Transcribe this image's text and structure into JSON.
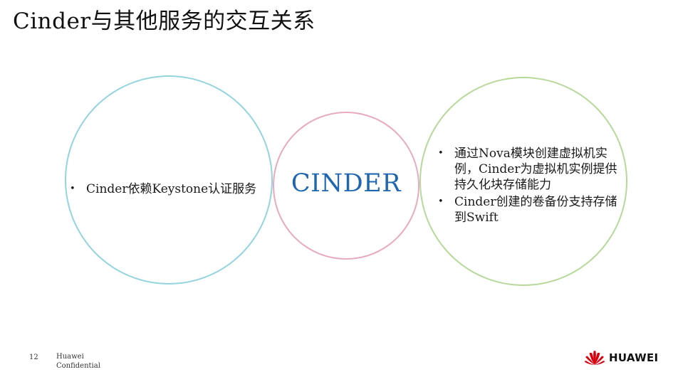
{
  "title": "Cinder与其他服务的交互关系",
  "center_label": "CINDER",
  "left_bullets": [
    "Cinder依赖Keystone认证服务"
  ],
  "right_bullets": [
    "通过Nova模块创建虚拟机实例，Cinder为虚拟机实例提供持久化块存储能力",
    "Cinder创建的卷备份支持存储到Swift"
  ],
  "bullet_symbol": "•",
  "footer": {
    "page_number": "12",
    "company": "Huawei",
    "classification": "Confidential"
  },
  "logo": {
    "text": "HUAWEI",
    "icon": "huawei-petal-icon",
    "color": "#d7000f"
  },
  "colors": {
    "left_circle": "#93d4df",
    "center_circle": "#e8aac0",
    "right_circle": "#b6d99a",
    "center_label": "#1f66b0"
  }
}
